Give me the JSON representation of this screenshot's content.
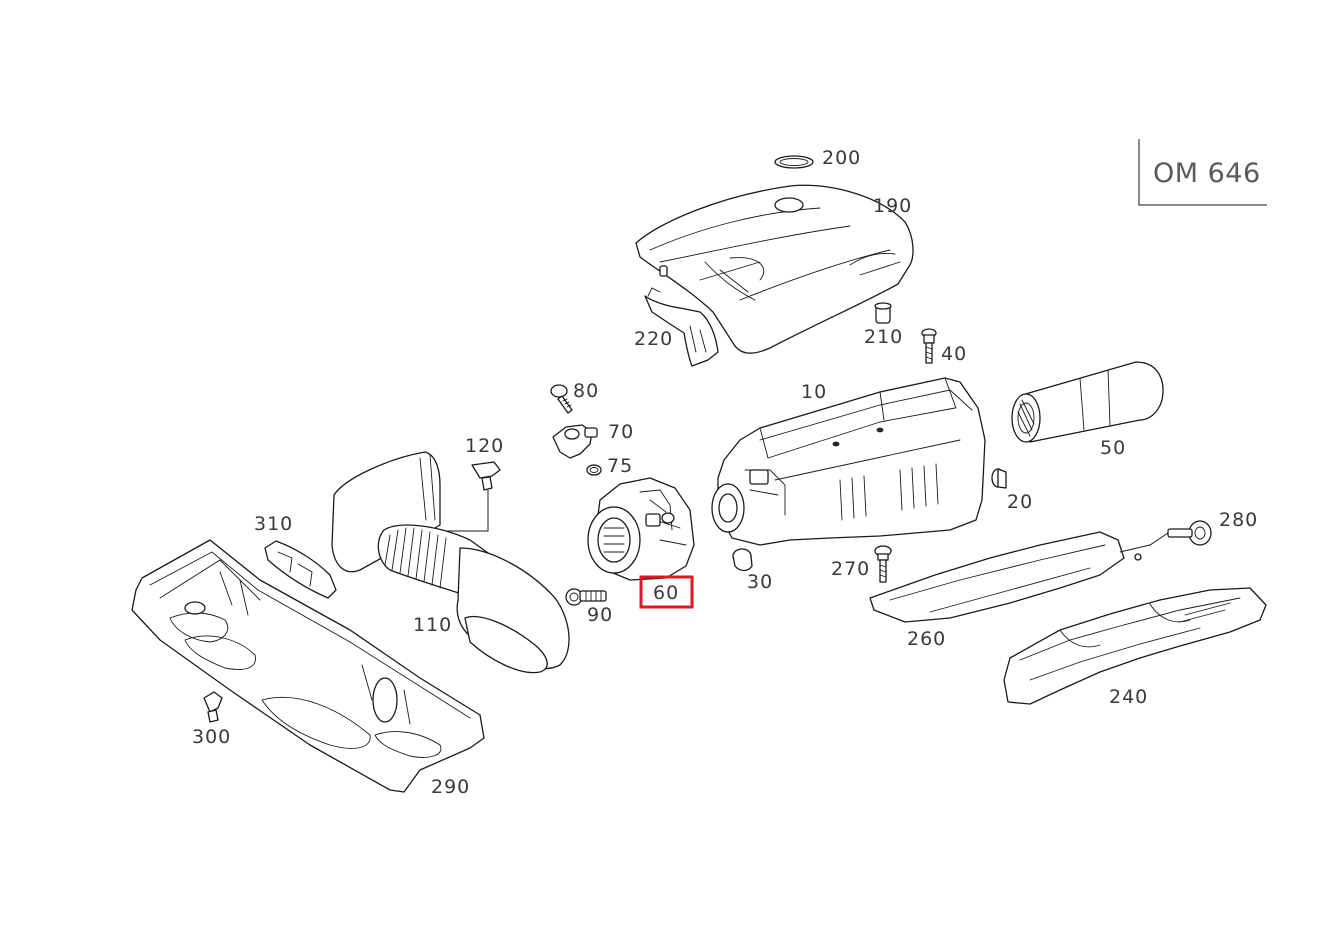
{
  "model": "OM 646",
  "highlight": {
    "part": "60",
    "color": "#e8141e"
  },
  "parts": [
    {
      "id": "10",
      "label": "10",
      "name": "part-10"
    },
    {
      "id": "20",
      "label": "20",
      "name": "part-20"
    },
    {
      "id": "30",
      "label": "30",
      "name": "part-30"
    },
    {
      "id": "40",
      "label": "40",
      "name": "part-40"
    },
    {
      "id": "50",
      "label": "50",
      "name": "part-50"
    },
    {
      "id": "60",
      "label": "60",
      "name": "part-60"
    },
    {
      "id": "70",
      "label": "70",
      "name": "part-70"
    },
    {
      "id": "75",
      "label": "75",
      "name": "part-75"
    },
    {
      "id": "80",
      "label": "80",
      "name": "part-80"
    },
    {
      "id": "90",
      "label": "90",
      "name": "part-90"
    },
    {
      "id": "110",
      "label": "110",
      "name": "part-110"
    },
    {
      "id": "120",
      "label": "120",
      "name": "part-120"
    },
    {
      "id": "190",
      "label": "190",
      "name": "part-190"
    },
    {
      "id": "200",
      "label": "200",
      "name": "part-200"
    },
    {
      "id": "210",
      "label": "210",
      "name": "part-210"
    },
    {
      "id": "220",
      "label": "220",
      "name": "part-220"
    },
    {
      "id": "240",
      "label": "240",
      "name": "part-240"
    },
    {
      "id": "260",
      "label": "260",
      "name": "part-260"
    },
    {
      "id": "270",
      "label": "270",
      "name": "part-270"
    },
    {
      "id": "280",
      "label": "280",
      "name": "part-280"
    },
    {
      "id": "290",
      "label": "290",
      "name": "part-290"
    },
    {
      "id": "300",
      "label": "300",
      "name": "part-300"
    },
    {
      "id": "310",
      "label": "310",
      "name": "part-310"
    }
  ]
}
